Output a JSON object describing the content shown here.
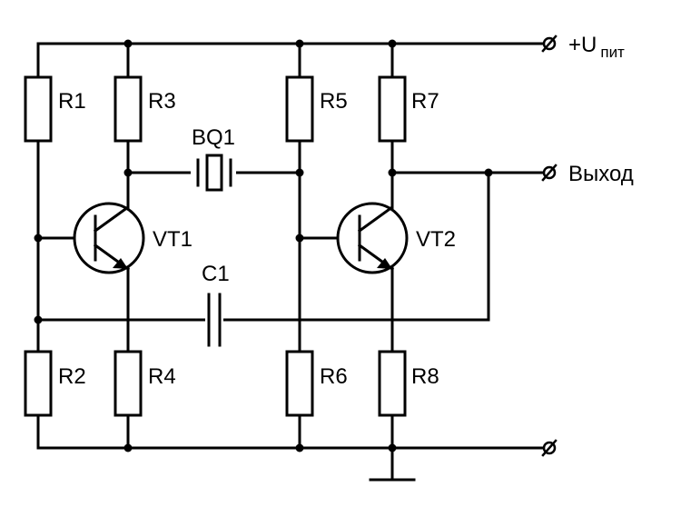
{
  "labels": {
    "r1": "R1",
    "r2": "R2",
    "r3": "R3",
    "r4": "R4",
    "r5": "R5",
    "r6": "R6",
    "r7": "R7",
    "r8": "R8",
    "vt1": "VT1",
    "vt2": "VT2",
    "c1": "C1",
    "bq1": "BQ1"
  },
  "terminals": {
    "supply_main": "+U",
    "supply_sub": "пит",
    "output": "Выход"
  }
}
